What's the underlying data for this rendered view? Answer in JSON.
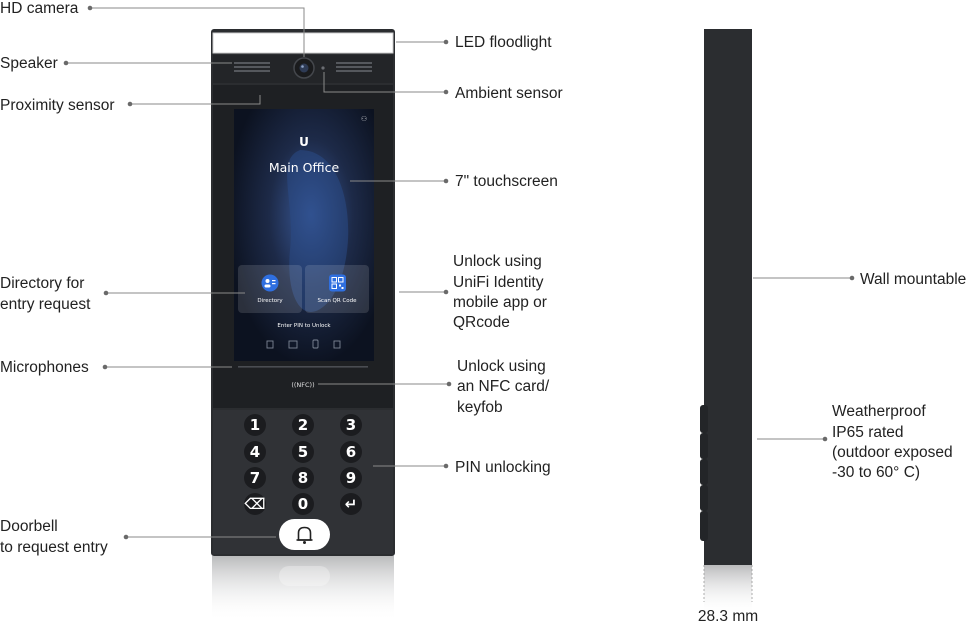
{
  "callouts": {
    "hd_camera": "HD camera",
    "speaker": "Speaker",
    "proximity_sensor": "Proximity sensor",
    "directory_lines": [
      "Directory for",
      "entry request"
    ],
    "microphones": "Microphones",
    "doorbell_lines": [
      "Doorbell",
      "to request entry"
    ],
    "led_floodlight": "LED floodlight",
    "ambient_sensor": "Ambient sensor",
    "touchscreen": "7\" touchscreen",
    "unlock_app_lines": [
      "Unlock using",
      "UniFi Identity",
      "mobile app or",
      "QRcode"
    ],
    "unlock_nfc_lines": [
      "Unlock using",
      "an NFC card/",
      "keyfob"
    ],
    "pin_unlocking": "PIN unlocking",
    "wall_mountable": "Wall mountable",
    "weatherproof_lines": [
      "Weatherproof",
      "IP65 rated",
      "(outdoor exposed",
      "-30 to 60° C)"
    ],
    "thickness": "28.3 mm"
  },
  "screen": {
    "logo": "U",
    "title": "Main Office",
    "directory_label": "Directory",
    "scan_label": "Scan QR Code",
    "pin_prompt": "Enter PIN to Unlock"
  },
  "nfc_label": "((NFC))",
  "keypad": {
    "rows": [
      [
        "1",
        "2",
        "3"
      ],
      [
        "4",
        "5",
        "6"
      ],
      [
        "7",
        "8",
        "9"
      ],
      [
        "⌫",
        "0",
        "↵"
      ]
    ]
  },
  "icons": {
    "camera": "camera-lens-icon",
    "bell": "bell-icon",
    "directory": "directory-icon",
    "qr": "qr-code-icon"
  },
  "colors": {
    "device_body": "#2b2d30",
    "device_dark": "#1e2023",
    "accent_blue": "#2f6fe0",
    "leader_line": "#8a8a8a",
    "text": "#222222"
  }
}
